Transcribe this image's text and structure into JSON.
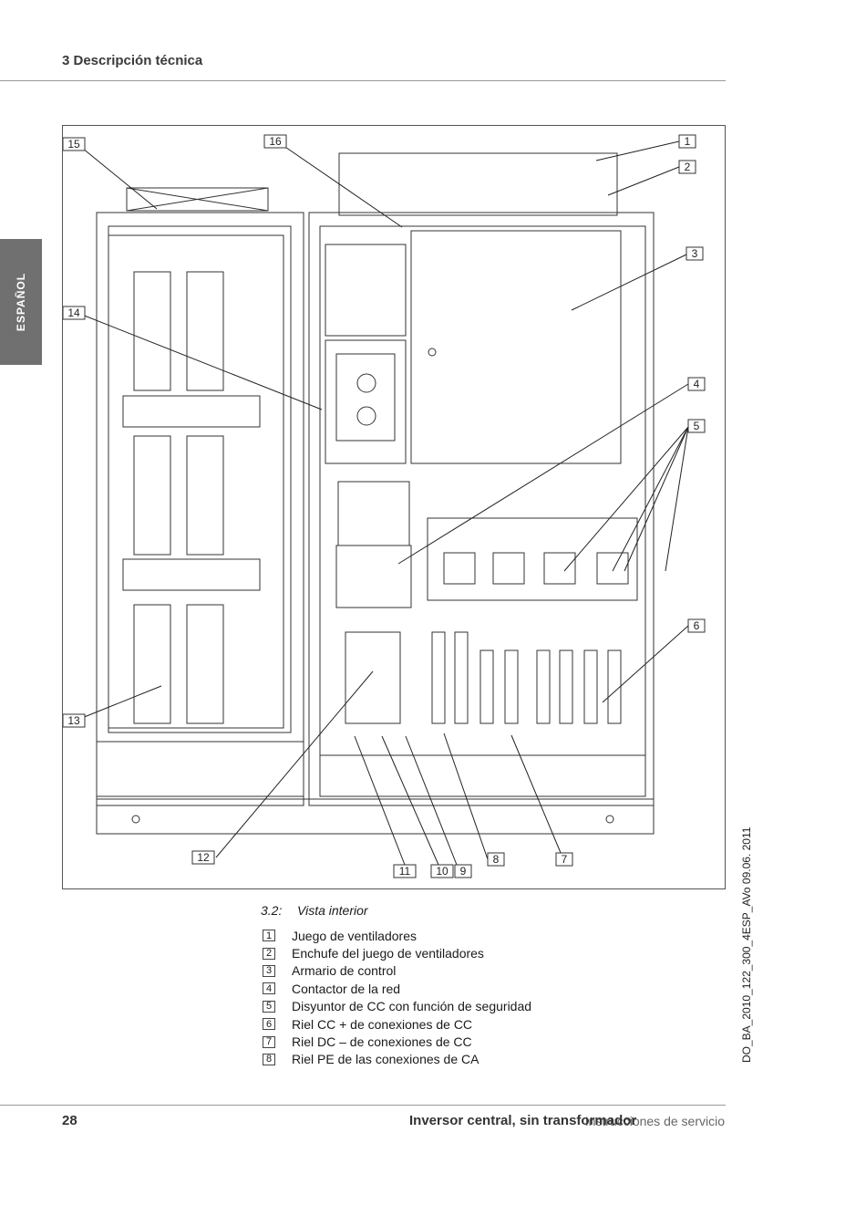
{
  "header": {
    "section": "3 Descripción técnica"
  },
  "side_tab": {
    "label": "ESPAÑOL"
  },
  "figure": {
    "callouts": [
      "1",
      "2",
      "3",
      "4",
      "5",
      "6",
      "7",
      "8",
      "9",
      "10",
      "11",
      "12",
      "13",
      "14",
      "15",
      "16"
    ],
    "caption_number": "3.2:",
    "caption_title": "Vista interior"
  },
  "legend": [
    {
      "num": "1",
      "text": "Juego de ventiladores"
    },
    {
      "num": "2",
      "text": "Enchufe del juego de ventiladores"
    },
    {
      "num": "3",
      "text": "Armario de control"
    },
    {
      "num": "4",
      "text": "Contactor de la red"
    },
    {
      "num": "5",
      "text": "Disyuntor de CC con función de seguridad"
    },
    {
      "num": "6",
      "text": "Riel CC + de conexiones de CC"
    },
    {
      "num": "7",
      "text": "Riel DC – de conexiones de CC"
    },
    {
      "num": "8",
      "text": "Riel PE de las conexiones de CA"
    }
  ],
  "doc_reference": "DO_BA_2010_122_300_4ESP_AVo   09.06. 2011",
  "footer": {
    "page_number": "28",
    "doc_type": "Instrucciones de servicio",
    "product_title": "Inversor central, sin transformador"
  }
}
